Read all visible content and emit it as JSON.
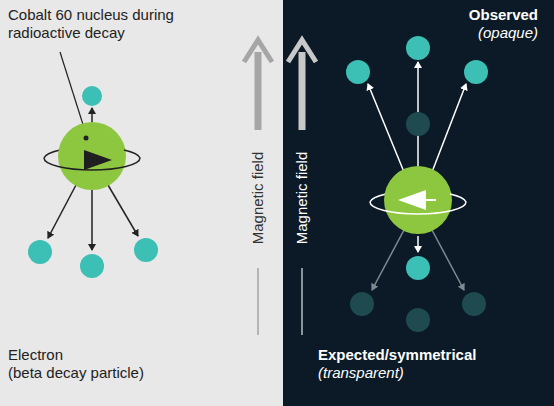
{
  "diagram": {
    "labels": [
      "Cobalt 60 nucleus during radioactive decay",
      "Magnetic field",
      "Magnetic field",
      "Observed",
      "(opaque)",
      "Electron",
      "(beta decay particle)",
      "Expected/symmetrical",
      "(transparent)"
    ]
  }
}
